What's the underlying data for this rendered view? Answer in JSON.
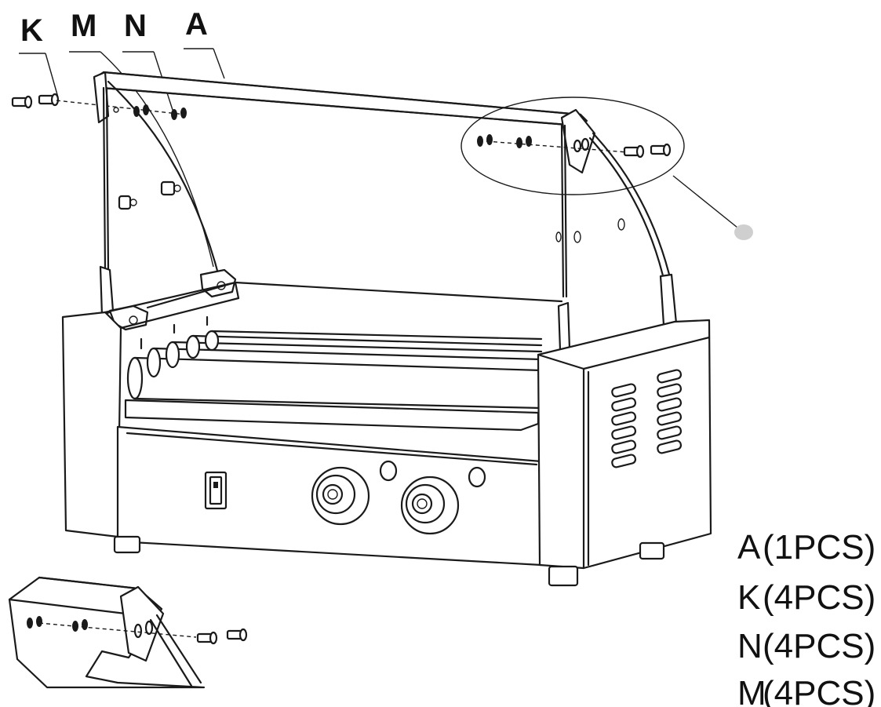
{
  "part_labels": {
    "k": "K",
    "m": "M",
    "n": "N",
    "a": "A"
  },
  "parts_list": [
    {
      "letter": "A",
      "qty": "(1PCS)"
    },
    {
      "letter": "K",
      "qty": "(4PCS)"
    },
    {
      "letter": "N",
      "qty": "(4PCS)"
    },
    {
      "letter": "M",
      "qty": "(4PCS)"
    }
  ]
}
